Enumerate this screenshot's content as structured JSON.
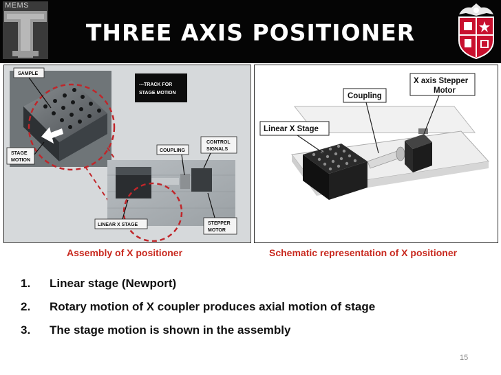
{
  "header": {
    "title": "THREE AXIS POSITIONER",
    "logo_text": "MEMS"
  },
  "figures": {
    "left": {
      "caption": "Assembly of X positioner",
      "callouts": {
        "sample": "SAMPLE",
        "track_line1": "---TRACK FOR",
        "track_line2": "STAGE MOTION",
        "stage_motion_line1": "STAGE",
        "stage_motion_line2": "MOTION",
        "coupling": "COUPLING",
        "control_line1": "CONTROL",
        "control_line2": "SIGNALS",
        "linear_stage": "LINEAR X STAGE",
        "stepper_line1": "STEPPER",
        "stepper_line2": "MOTOR"
      }
    },
    "right": {
      "caption": "Schematic representation of X positioner",
      "labels": {
        "x_axis_motor_line1": "X axis Stepper",
        "x_axis_motor_line2": "Motor",
        "coupling": "Coupling",
        "linear_stage": "Linear X Stage"
      }
    }
  },
  "points": [
    {
      "number": "1.",
      "text": "Linear stage (Newport)"
    },
    {
      "number": "2.",
      "text": "Rotary motion of X coupler produces axial motion of stage"
    },
    {
      "number": "3.",
      "text": "The stage motion is shown in the assembly"
    }
  ],
  "page_number": "15",
  "colors": {
    "header_background": "#050505",
    "title_text": "#ffffff",
    "caption_red": "#c8281e",
    "university_red": "#c8102e",
    "body_text": "#111111"
  }
}
